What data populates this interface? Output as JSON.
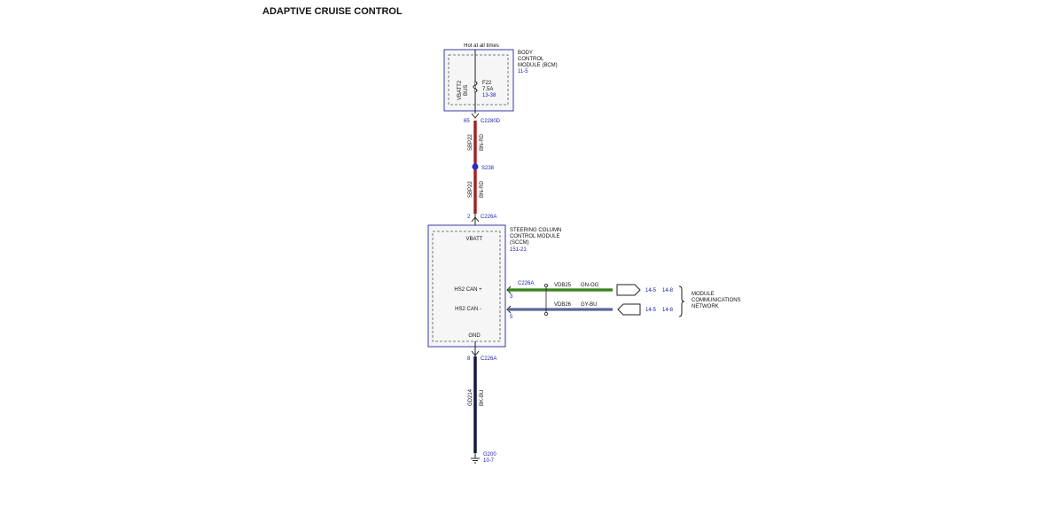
{
  "title": "ADAPTIVE CRUISE CONTROL",
  "bcm": {
    "hot_label": "Hot at all times",
    "name_line1": "BODY",
    "name_line2": "CONTROL",
    "name_line3": "MODULE (BCM)",
    "ref": "11-5",
    "bus_label_1": "VBATT2",
    "bus_label_2": "BUS",
    "fuse_id": "F22",
    "fuse_rating": "7.5A",
    "fuse_ref": "13-38",
    "pin": "65",
    "connector": "C2280D"
  },
  "wire_top": {
    "circuit": "SBP22",
    "color": "BN-RD",
    "color_hex": "#c0282c"
  },
  "splice": {
    "id": "S238",
    "color_hex": "#2030d0"
  },
  "wire_mid": {
    "circuit": "SBP22",
    "color": "BN-RD"
  },
  "sccm_input": {
    "pin": "2",
    "connector": "C226A"
  },
  "sccm": {
    "name_line1": "STEERING COLUMN",
    "name_line2": "CONTROL MODULE",
    "name_line3": "(SCCM)",
    "ref": "151-21",
    "vbatt": "VBATT",
    "can_plus": "HS2 CAN +",
    "can_minus": "HS2 CAN -",
    "gnd": "GND",
    "can_connector": "C226A",
    "can_plus_pin": "3",
    "can_minus_pin": "5",
    "gnd_pin": "8",
    "gnd_connector": "C226A"
  },
  "can_wires": [
    {
      "circuit": "VDB25",
      "color": "GN-OG",
      "color_hex": "#4a9a2a",
      "ref1": "14-5",
      "ref2": "14-8"
    },
    {
      "circuit": "VDB26",
      "color": "GY-BU",
      "color_hex": "#7080b0",
      "ref1": "14-5",
      "ref2": "14-8"
    }
  ],
  "network": {
    "line1": "MODULE",
    "line2": "COMMUNICATIONS",
    "line3": "NETWORK"
  },
  "ground_wire": {
    "circuit": "GD214",
    "color": "BK-BU",
    "color_hex": "#151a40"
  },
  "ground": {
    "id": "G200",
    "ref": "10-7"
  }
}
